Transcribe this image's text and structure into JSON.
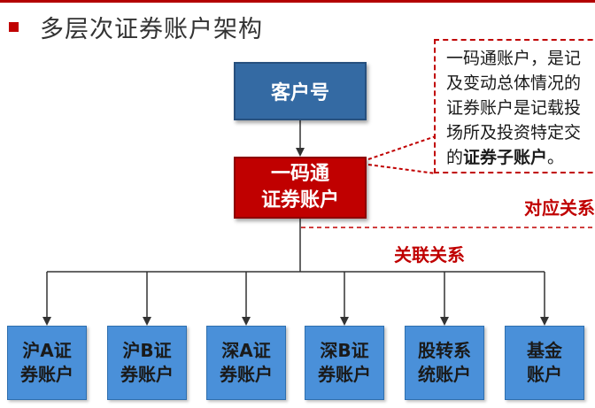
{
  "title": "多层次证券账户架构",
  "nodes": {
    "customer": "客户号",
    "yimatong_line1": "一码通",
    "yimatong_line2": "证券账户"
  },
  "callout": {
    "line1": "一码通账户，是记",
    "line2": "及变动总体情况的",
    "line3": "证券账户是记载投",
    "line4": "场所及投资特定交",
    "line5_prefix": "的",
    "line5_bold": "证券子账户",
    "line5_suffix": "。"
  },
  "labels": {
    "corresponding": "对应关系",
    "association": "关联关系"
  },
  "children": [
    {
      "line1": "沪A证",
      "line2": "券账户"
    },
    {
      "line1": "沪B证",
      "line2": "券账户"
    },
    {
      "line1": "深A证",
      "line2": "券账户"
    },
    {
      "line1": "深B证",
      "line2": "券账户"
    },
    {
      "line1": "股转系",
      "line2": "统账户"
    },
    {
      "line1": "基金",
      "line2": "账户"
    }
  ],
  "colors": {
    "accent_red": "#c00000",
    "customer_blue": "#346aa3",
    "child_blue": "#4a90d9"
  }
}
